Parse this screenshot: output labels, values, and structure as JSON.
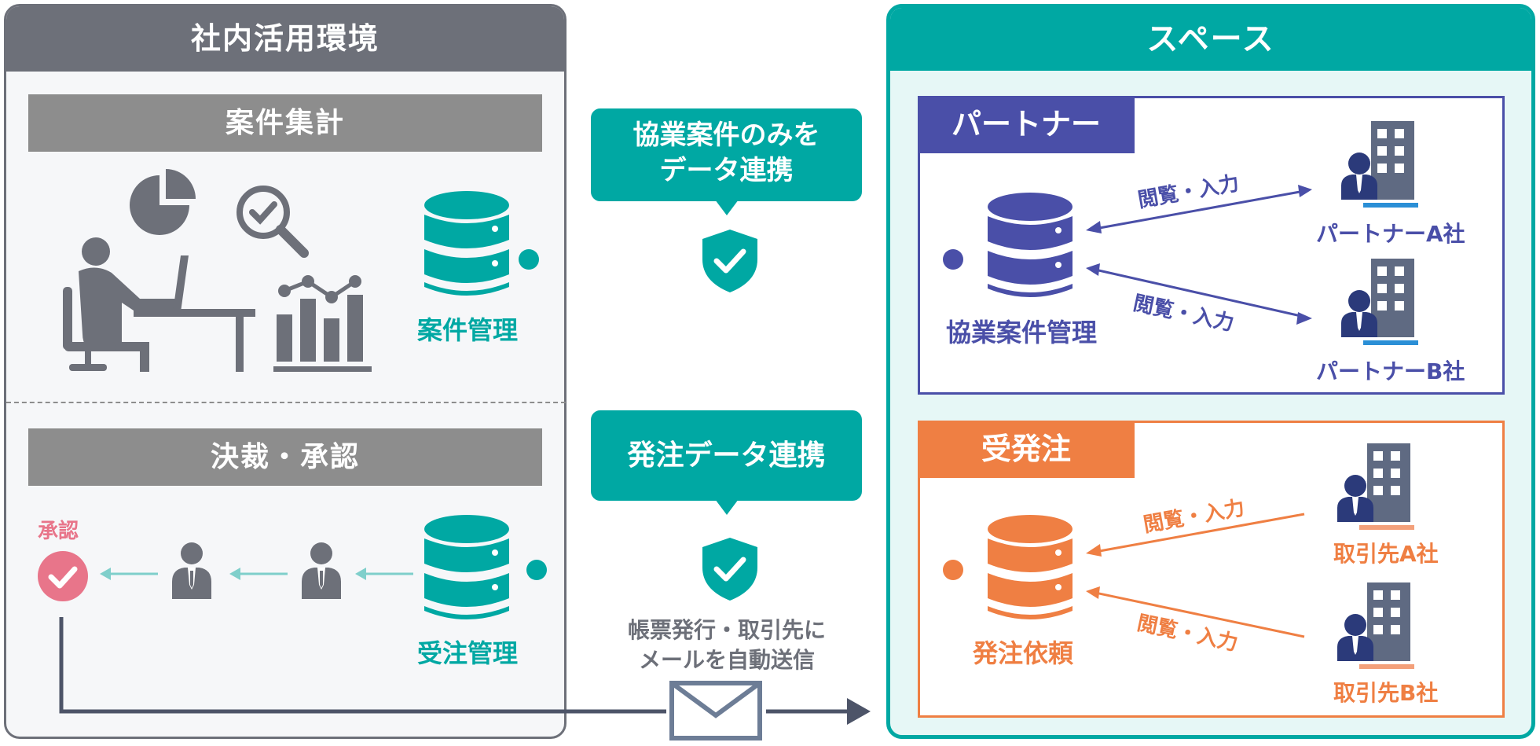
{
  "left_panel": {
    "title": "社内活用環境",
    "section_top_title": "案件集計",
    "section_bottom_title": "決裁・承認",
    "db_top_label": "案件管理",
    "db_bottom_label": "受注管理",
    "approval_label": "承認"
  },
  "right_panel": {
    "title": "スペース",
    "partner_tab": "パートナー",
    "partner_db_label": "協業案件管理",
    "partner_a": "パートナーA社",
    "partner_b": "パートナーB社",
    "order_tab": "受発注",
    "order_db_label": "発注依頼",
    "supplier_a": "取引先A社",
    "supplier_b": "取引先B社",
    "arrow_label": "閲覧・入力"
  },
  "middle": {
    "callout_top_line1": "協業案件のみを",
    "callout_top_line2": "データ連携",
    "callout_bottom": "発注データ連携",
    "mail_line1": "帳票発行・取引先に",
    "mail_line2": "メールを自動送信"
  },
  "colors": {
    "teal": "#00a8a3",
    "grey": "#6d7079",
    "blue": "#4a4fa8",
    "orange": "#ef7f43",
    "pink": "#e8758a"
  }
}
